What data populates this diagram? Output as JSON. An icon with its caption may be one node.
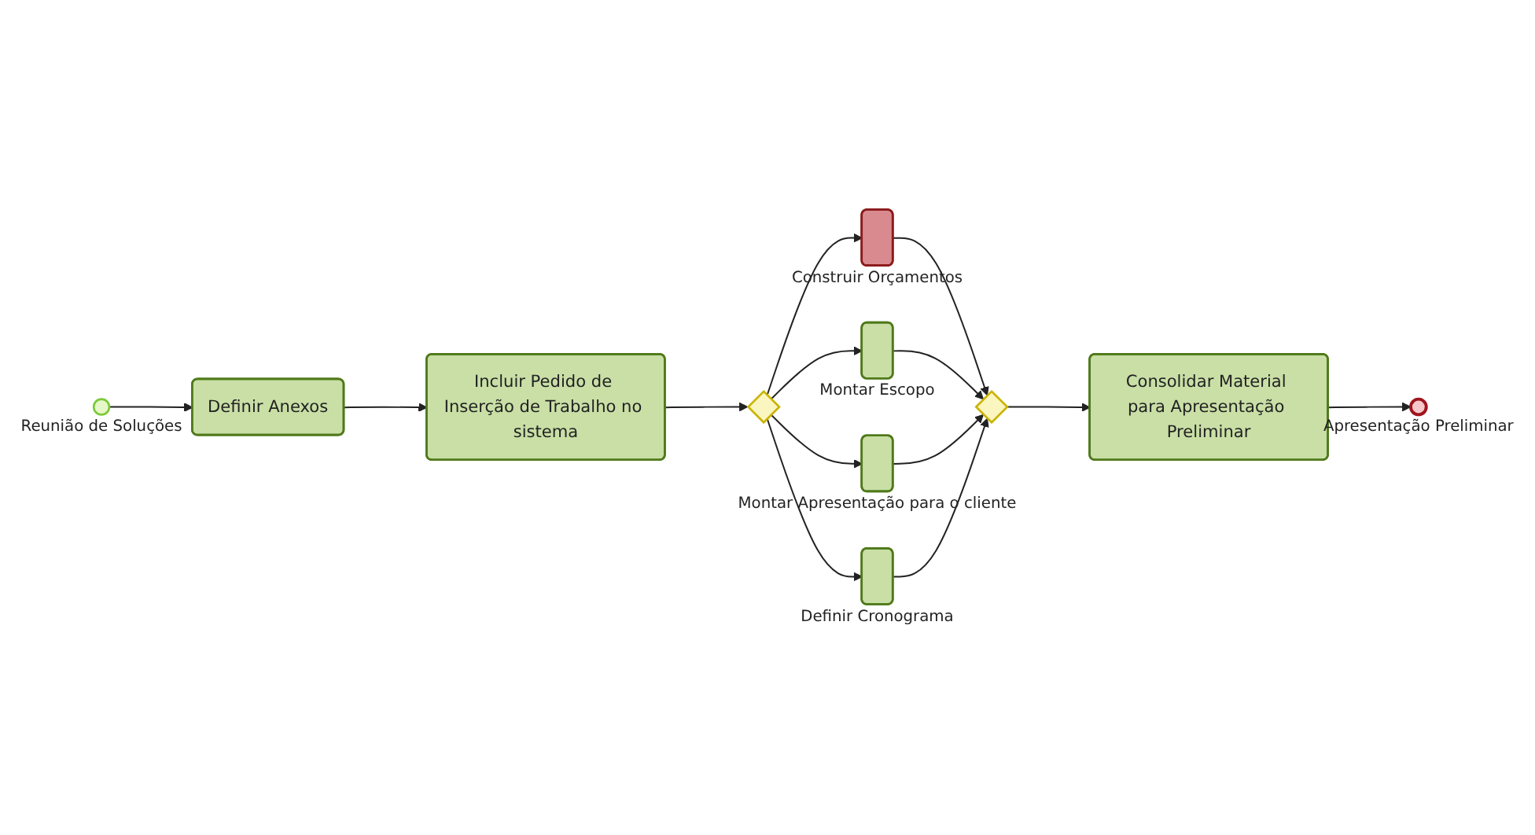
{
  "diagram": {
    "nodes": [
      {
        "text": [],
        "shape": "circle",
        "beside": [
          "Reunião de Soluções"
        ]
      },
      {
        "text": [
          "Definir Anexos"
        ]
      },
      {
        "text": [
          "Incluir Pedido de Inserção de Trabalho no sistema"
        ]
      },
      {
        "text": [],
        "shape": "diamond"
      },
      {
        "text": [],
        "shape": "box",
        "beside": [
          "Construir Orçamentos"
        ]
      },
      {
        "text": [],
        "shape": "box",
        "beside": [
          "Montar Escopo"
        ]
      },
      {
        "text": [],
        "shape": "box",
        "beside": [
          "Montar Apresentação para o cliente"
        ]
      },
      {
        "text": [],
        "shape": "box",
        "beside": [
          "Definir Cronograma"
        ]
      },
      {
        "text": [],
        "shape": "diamond"
      },
      {
        "text": [
          "Consolidar Material para Apresentação Preliminar"
        ]
      },
      {
        "text": [],
        "shape": "circle",
        "beside": [
          "Apresentação Preliminar"
        ]
      }
    ],
    "edges": [
      {
        "from": 0,
        "to": 1,
        "arrow": "to"
      },
      {
        "from": 1,
        "to": 2,
        "arrow": "to"
      },
      {
        "from": 2,
        "to": 3,
        "arrow": "to"
      },
      {
        "from": 3,
        "to": 4,
        "arrow": "to"
      },
      {
        "from": 3,
        "to": 5,
        "arrow": "to"
      },
      {
        "from": 3,
        "to": 6,
        "arrow": "to"
      },
      {
        "from": 3,
        "to": 7,
        "arrow": "to"
      },
      {
        "from": 4,
        "to": 8,
        "arrow": "to"
      },
      {
        "from": 5,
        "to": 8,
        "arrow": "to"
      },
      {
        "from": 6,
        "to": 8,
        "arrow": "to"
      },
      {
        "from": 7,
        "to": 8,
        "arrow": "to"
      },
      {
        "from": 8,
        "to": 9,
        "arrow": "to"
      },
      {
        "from": 9,
        "to": 10,
        "arrow": "to"
      }
    ]
  }
}
